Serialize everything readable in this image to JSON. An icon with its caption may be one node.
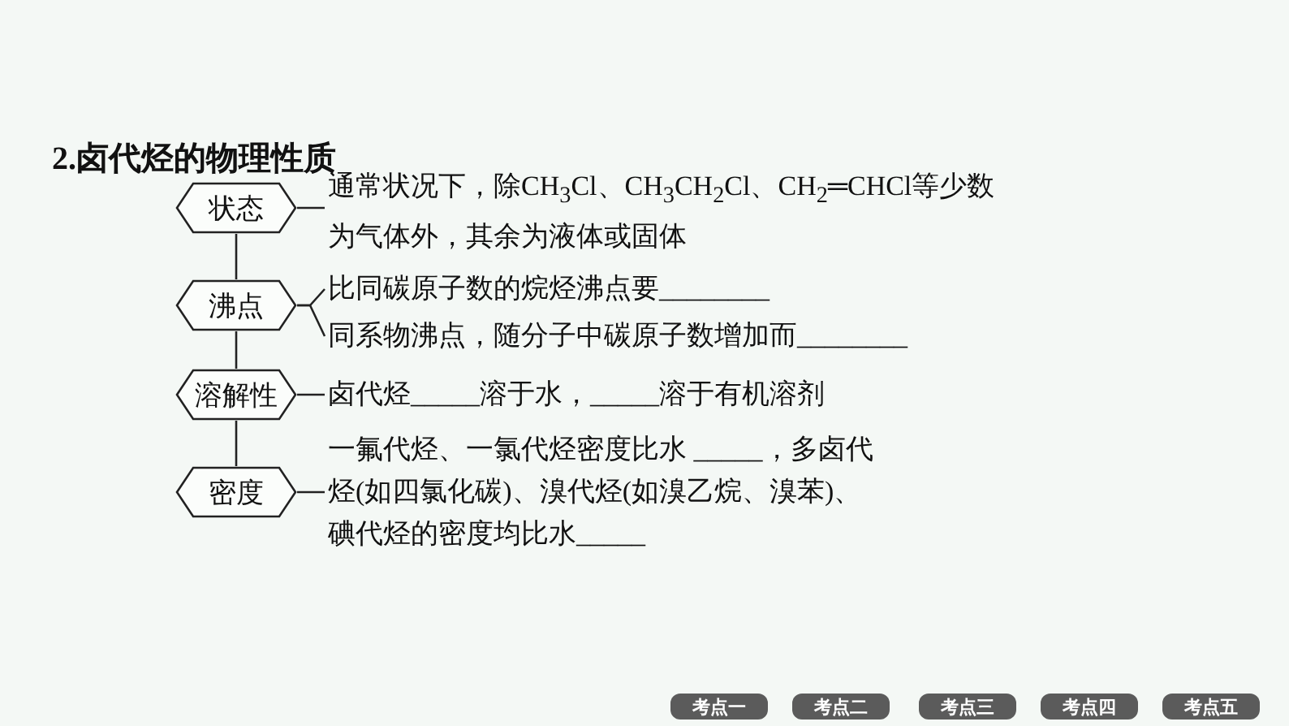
{
  "diagram": {
    "title": "2.卤代烃的物理性质",
    "nodes": [
      {
        "text": [
          "状态"
        ]
      },
      {
        "text": [
          "沸点"
        ]
      },
      {
        "text": [
          "溶解性"
        ]
      },
      {
        "text": [
          "密度"
        ]
      },
      {
        "text": [
          "通常状况下，除CH$_{3}$Cl、CH$_{3}$CH$_{2}$Cl、CH$_{2}$═CHCl等少数为气体外，其余为液体或固体"
        ]
      },
      {
        "text": [
          "比同碳原子数的烷烃沸点要________"
        ]
      },
      {
        "text": [
          "同系物沸点，随分子中碳原子数增加而________"
        ]
      },
      {
        "text": [
          "卤代烃_____溶于水，_____溶于有机溶剂"
        ]
      },
      {
        "text": [
          "一氟代烃、一氯代烃密度比水 _____，多卤代烃(如四氯化碳)、溴代烃(如溴乙烷、溴苯)、碘代烃的密度均比水_____"
        ]
      },
      {
        "text": [
          "考点一"
        ]
      },
      {
        "text": [
          "考点二"
        ]
      },
      {
        "text": [
          "考点三"
        ]
      },
      {
        "text": [
          "考点四"
        ]
      },
      {
        "text": [
          "考点五"
        ]
      }
    ],
    "edges": [
      {
        "from": 0,
        "to": 1,
        "arrow": "none"
      },
      {
        "from": 1,
        "to": 2,
        "arrow": "none"
      },
      {
        "from": 2,
        "to": 3,
        "arrow": "none"
      },
      {
        "from": 0,
        "to": 4,
        "arrow": "none"
      },
      {
        "from": 1,
        "to": 5,
        "arrow": "none"
      },
      {
        "from": 1,
        "to": 6,
        "arrow": "none"
      },
      {
        "from": 2,
        "to": 7,
        "arrow": "none"
      },
      {
        "from": 3,
        "to": 8,
        "arrow": "none"
      }
    ]
  }
}
